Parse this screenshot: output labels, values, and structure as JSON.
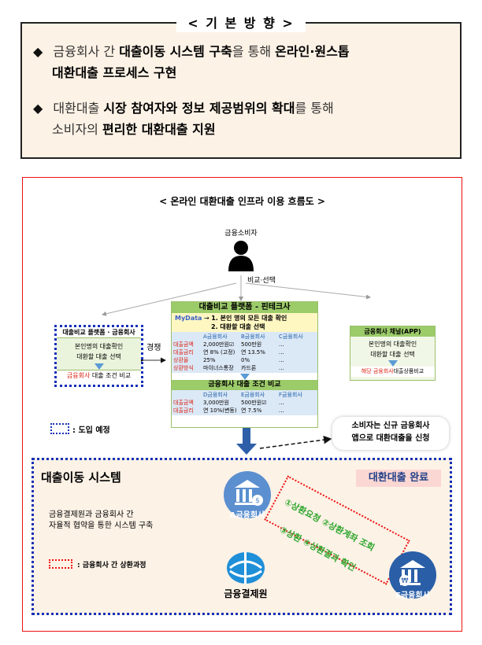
{
  "top": {
    "title": "< 기 본 방 향 >",
    "bullet1_a": "금융회사 간 ",
    "bullet1_b": "대출이동 시스템 구축",
    "bullet1_c": "을 통해 ",
    "bullet1_d": "온라인·원스톱",
    "bullet1_e": "대환대출 프로세스 구현",
    "bullet2_a": "대환대출 ",
    "bullet2_b": "시장 참여자와 정보 제공범위의 확대",
    "bullet2_c": "를 통해",
    "bullet2_d": "소비자의 ",
    "bullet2_e": "편리한 대환대출 지원",
    "bullet_symbol": "◆"
  },
  "diagram": {
    "title": "< 온라인 대환대출 인프라 이용 흐름도 >",
    "consumer": "금융소비자",
    "compare_select": "비교·선택",
    "left_box": {
      "header": "대출비교 플랫폼 · 금융회사",
      "line1": "본인명의 대출확인",
      "line2": "대환할 대출 선택",
      "result_red": "금융회사",
      "result_rest": " 대출 조건 비교"
    },
    "competition": "경쟁",
    "center_box": {
      "header": "대출비교 플랫폼 - 핀테크사",
      "mydata": "MyData",
      "arrow": " → ",
      "step1": "1. 본인 명의 모든 대출 확인",
      "step2": "2. 대환할 대출 선택",
      "cols": [
        "A금융회사",
        "B금융회사",
        "C금융회사"
      ],
      "rows": [
        {
          "label": "대출금액",
          "a": "2,000만원",
          "b": "500만원",
          "c": "..."
        },
        {
          "label": "대출금리",
          "a": "연 8% (고정)",
          "b": "연 13.5%",
          "c": "..."
        },
        {
          "label": "상환율",
          "a": "25%",
          "b": "0%",
          "c": "..."
        },
        {
          "label": "상환방식",
          "a": "마이너스통장",
          "b": "카드론",
          "c": "..."
        }
      ],
      "checkbox": "☑",
      "compare_header": "금융회사 대출 조건 비교",
      "cols2": [
        "D금융회사",
        "E금융회사",
        "F금융회사"
      ],
      "rows2": [
        {
          "label": "대출금액",
          "d": "3,000만원",
          "e": "500만원",
          "f": "..."
        },
        {
          "label": "대출금리",
          "d": "연 10%(변동)",
          "e": "연 7.5%",
          "f": "..."
        }
      ]
    },
    "right_box": {
      "header": "금융회사 채널(APP)",
      "line1": "본인명의 대출확인",
      "line2": "대환할 대출 선택",
      "result_red": "해당 금융회사",
      "result_rest": "대출상품비교"
    },
    "legend_text": ": 도입 예정",
    "callout_line1": "소비자는 신규 금융회사",
    "callout_line2": "앱으로 대환대출을 신청",
    "system": {
      "title": "대출이동 시스템",
      "desc1": "금융결제원과 금융회사 간",
      "desc2": "자율적 협약을 통한 시스템 구축",
      "legend_red": ": 금융회사 간 상환과정",
      "a_bank": "A금융회사",
      "e_bank": "E금융회사",
      "kftc": "금융결제원",
      "complete": "대환대출 완료",
      "step1": "①상환요청",
      "step2": "②상환계좌 조회",
      "step3": "③상환",
      "step4": "④상환결과 확인"
    }
  }
}
